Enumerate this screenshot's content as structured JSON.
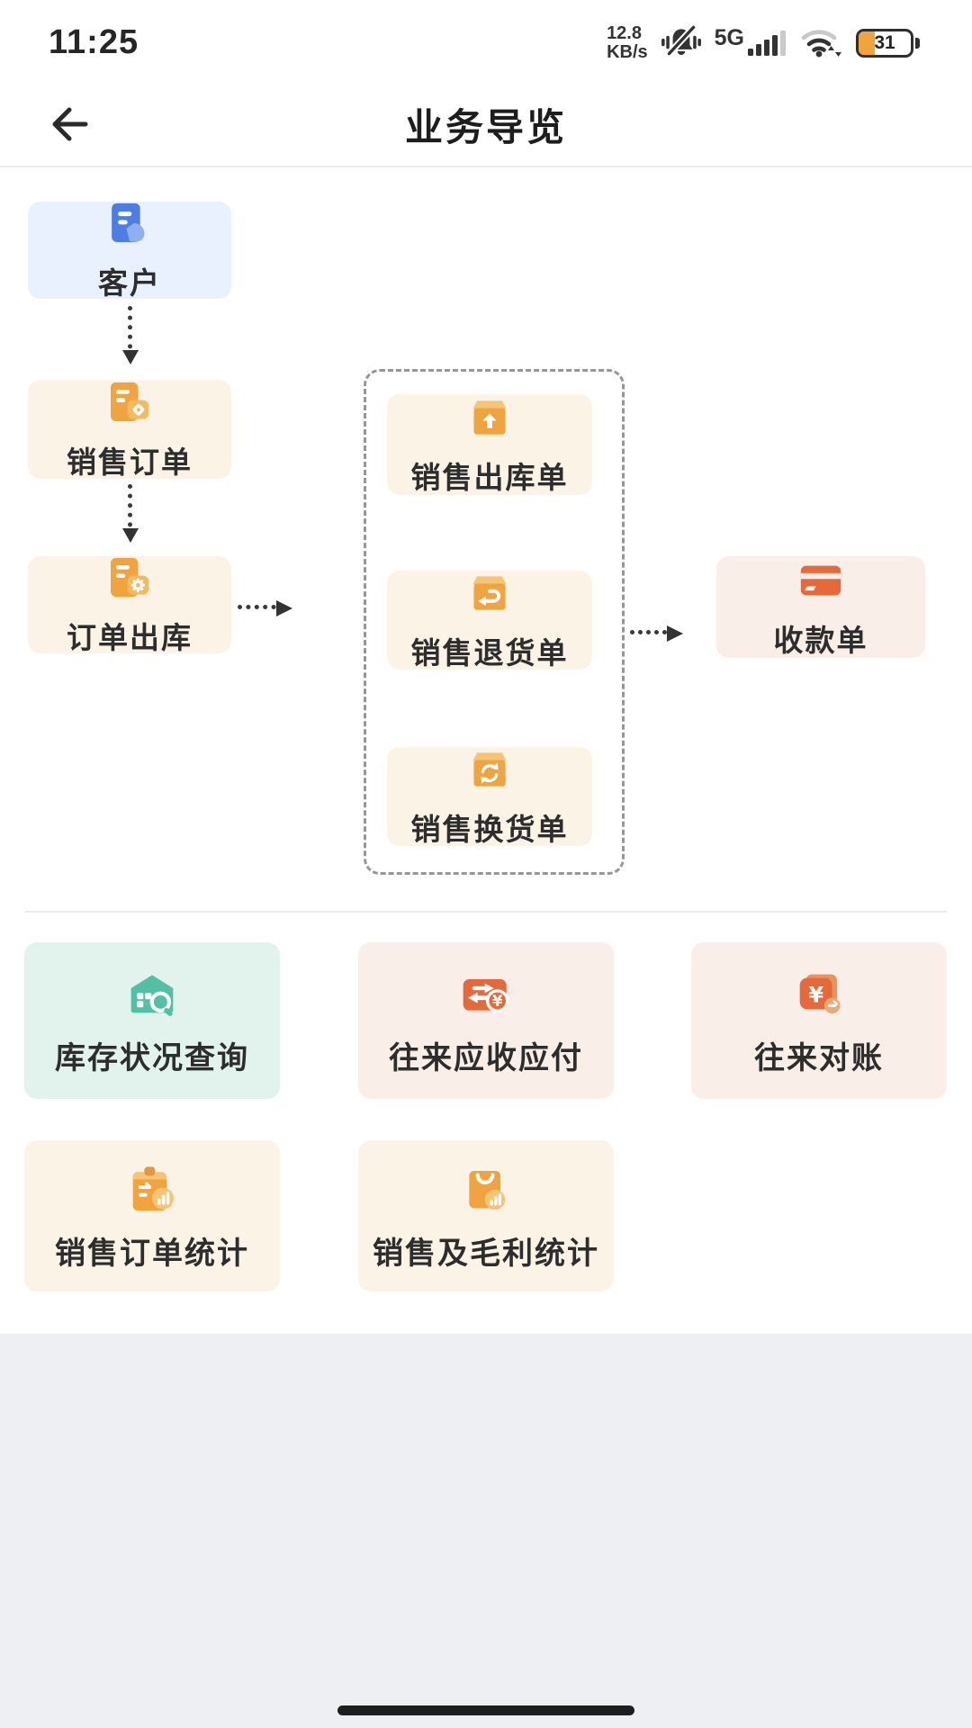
{
  "status_bar": {
    "time": "11:25",
    "net_speed_value": "12.8",
    "net_speed_unit": "KB/s",
    "network_type": "5G",
    "battery_level": "31"
  },
  "header": {
    "title": "业务导览"
  },
  "flow": {
    "customer": "客户",
    "sales_order": "销售订单",
    "order_outbound": "订单出库",
    "sales_outbound_order": "销售出库单",
    "sales_return_order": "销售退货单",
    "sales_exchange_order": "销售换货单",
    "receipt": "收款单"
  },
  "reports": {
    "inventory_query": "库存状况查询",
    "receivable_payable": "往来应收应付",
    "reconciliation": "往来对账",
    "sales_order_stats": "销售订单统计",
    "sales_profit_stats": "销售及毛利统计"
  },
  "icons": {
    "back": "arrow-left",
    "mute": "bell-slash-vibrate",
    "signal": "signal-bars-5g",
    "wifi": "wifi-with-traffic-arrows",
    "battery": "battery-31-percent",
    "customer": "blue-document",
    "sales_order": "orange-document-tag",
    "order_outbound": "orange-document-gear",
    "sales_outbound": "orange-box-arrow-up",
    "sales_return": "orange-box-arrow-return",
    "sales_exchange": "orange-box-arrows-cycle",
    "receipt": "deep-orange-bank-card",
    "inventory": "teal-warehouse-magnifier",
    "receivable_payable": "deep-orange-transfer-yuan-coin",
    "reconciliation": "deep-orange-yuan-card-badge",
    "sales_order_stats": "orange-clipboard-chart",
    "sales_profit_stats": "orange-shopping-bag-chart"
  },
  "colors": {
    "accent_blue": "#4D7EE2",
    "accent_orange": "#F0A33E",
    "accent_orange_light": "#F3BA62",
    "accent_deep_orange": "#E5693A",
    "accent_teal": "#52C0A4",
    "card_blue_bg": "#E9F1FE",
    "card_cream_bg": "#FCF3E7",
    "card_pink_bg": "#FAEEE8",
    "card_teal_bg": "#E2F3EE",
    "battery_fill": "#F0A43C",
    "footer_bg": "#EDEFF2"
  }
}
